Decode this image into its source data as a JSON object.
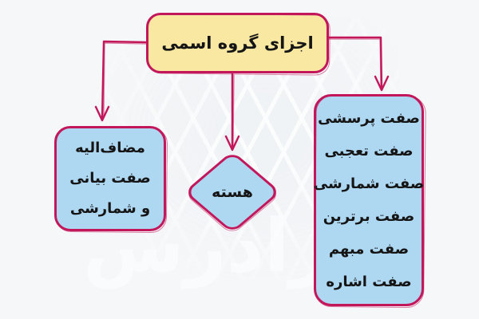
{
  "diagram": {
    "title_node": {
      "label": "اجزای گروه اسمی"
    },
    "nodes": {
      "left": {
        "lines": [
          "مضاف‌الیه",
          "صفت بیانی",
          "و شمارشی"
        ]
      },
      "center": {
        "label": "هسته"
      },
      "right": {
        "lines": [
          "صفت پرسشی",
          "صفت تعجبی",
          "صفت شمارشی",
          "صفت برترین",
          "صفت مبهم",
          "صفت اشاره"
        ]
      }
    },
    "watermark": "فرادرس",
    "colors": {
      "background": "#f6f7f9",
      "root_fill": "#f9e8a2",
      "node_fill": "#aed7f2",
      "stroke": "#c2185b",
      "text": "#151515"
    }
  }
}
